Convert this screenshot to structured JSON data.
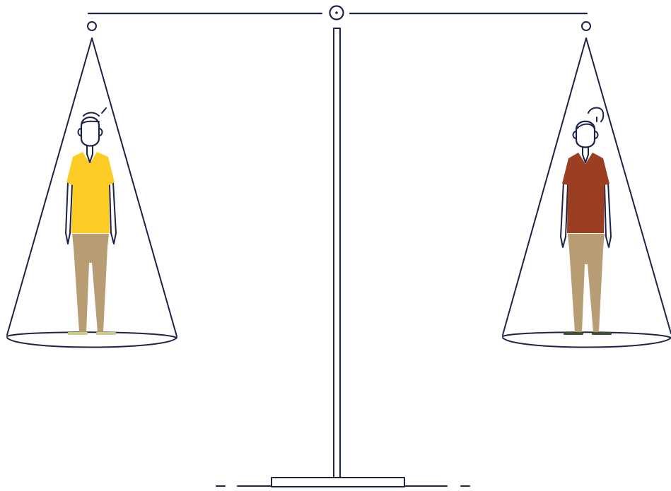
{
  "scene": {
    "description_key": "balance-scale-illustration",
    "colors": {
      "ink": "#1b2347",
      "background": "#ffffff",
      "man_shirt": "#fccb24",
      "woman_shirt": "#9b3f23",
      "trousers": "#b79c74",
      "man_shoes": "#c9cc87",
      "woman_shoes": "#3d5132",
      "skin": "#ffffff"
    },
    "figures": [
      {
        "id": "man",
        "side": "left",
        "shirt_color_key": "man_shirt"
      },
      {
        "id": "woman",
        "side": "right",
        "shirt_color_key": "woman_shirt"
      }
    ],
    "balance_state": "level"
  }
}
